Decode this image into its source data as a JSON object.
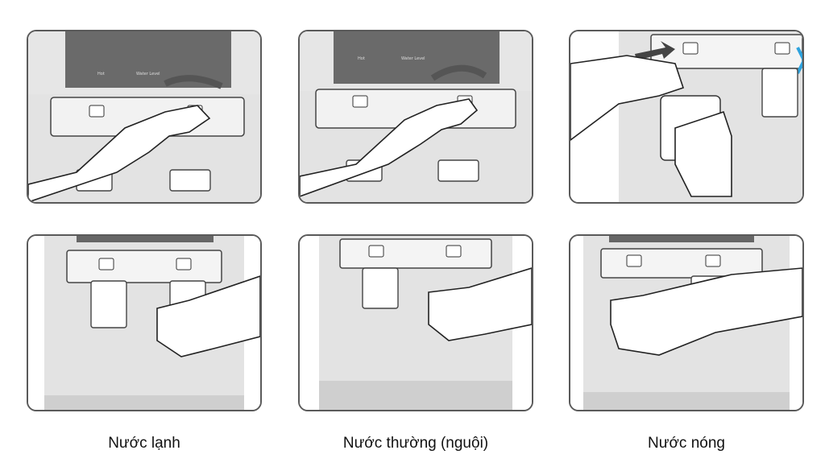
{
  "top_panels": [
    {
      "hot_label": "Hot",
      "level_label": "Water Level"
    },
    {
      "hot_label": "Hot",
      "level_label": "Water Level"
    },
    {}
  ],
  "captions": [
    "Nước lạnh",
    "Nước thường (nguội)",
    "Nước nóng"
  ],
  "colors": {
    "panel_border": "#5a5a5a",
    "machine_gray": "#e3e3e3",
    "display_dark": "#666666",
    "arrow_blue": "#2ea3de"
  }
}
